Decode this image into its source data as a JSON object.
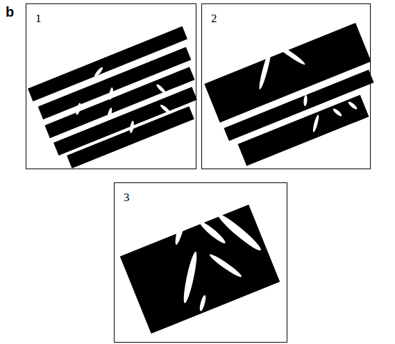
{
  "diagram": {
    "nodes": [
      {
        "text": [
          "1"
        ]
      },
      {
        "text": [
          "2"
        ]
      },
      {
        "text": [
          "3"
        ]
      }
    ],
    "labels": [
      "b"
    ]
  }
}
